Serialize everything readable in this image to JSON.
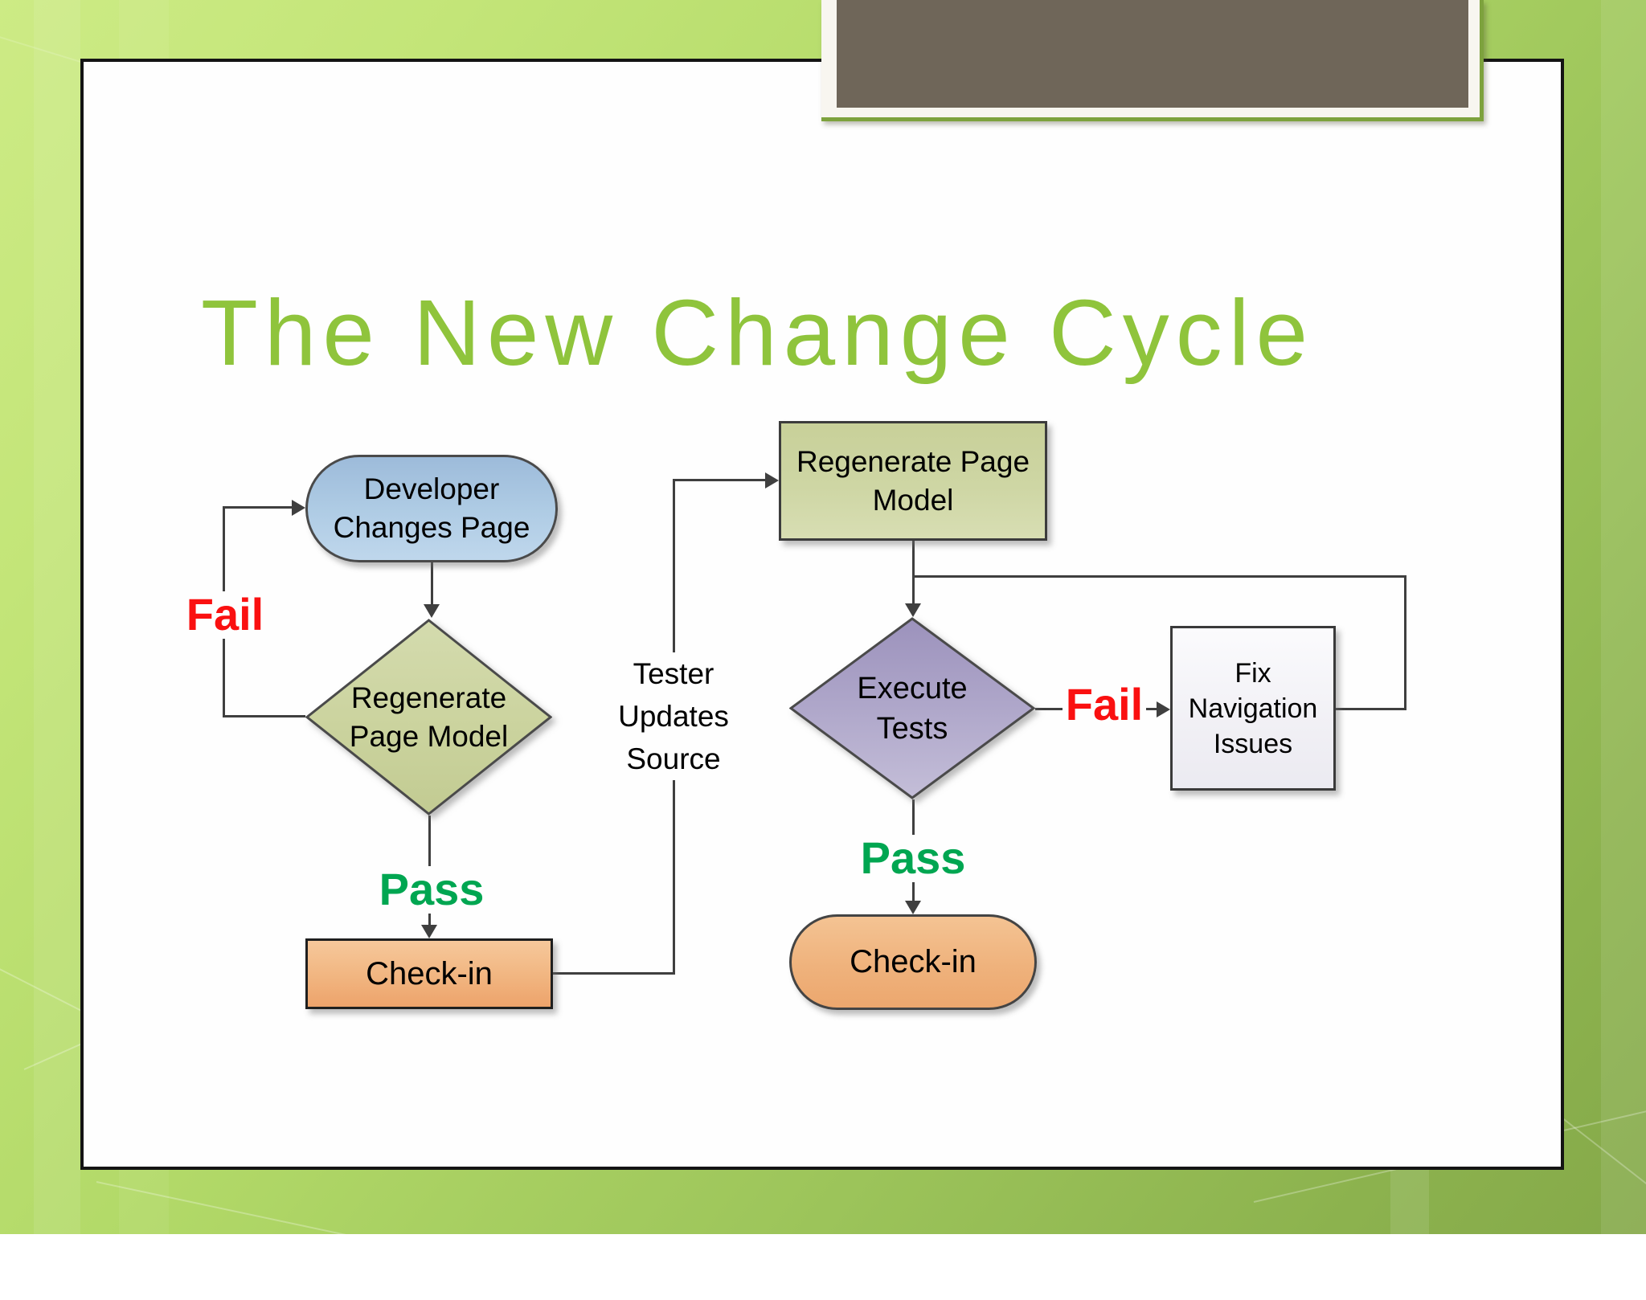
{
  "title": {
    "text": "The New Change Cycle",
    "color": "#8FC43C"
  },
  "flowchart": {
    "developer_node": {
      "line1": "Developer",
      "line2": "Changes Page"
    },
    "regen_decision": {
      "line1": "Regenerate",
      "line2": "Page Model"
    },
    "check_in_left": {
      "label": "Check-in"
    },
    "tester_note": {
      "line1": "Tester",
      "line2": "Updates",
      "line3": "Source"
    },
    "regen_process": {
      "line1": "Regenerate Page",
      "line2": "Model"
    },
    "execute_tests": {
      "line1": "Execute",
      "line2": "Tests"
    },
    "fix_box": {
      "line1": "Fix",
      "line2": "Navigation",
      "line3": "Issues"
    },
    "check_in_right": {
      "label": "Check-in"
    },
    "labels": {
      "fail_left": "Fail",
      "pass_left": "Pass",
      "fail_right": "Fail",
      "pass_right": "Pass"
    },
    "colors": {
      "fail": "#FA1010",
      "pass": "#00A651",
      "terminator_blue": "#AECBE4",
      "process_olive": "#CED6A4",
      "decision_purple": "#ABA3C7",
      "checkin_orange": "#F0B07D",
      "fix_white": "#F2F1F6",
      "line": "#3F3F3F",
      "slide_bg": "#FEFEFE",
      "border_green": "#7DA23D",
      "media_placeholder": "#6F6659"
    }
  }
}
